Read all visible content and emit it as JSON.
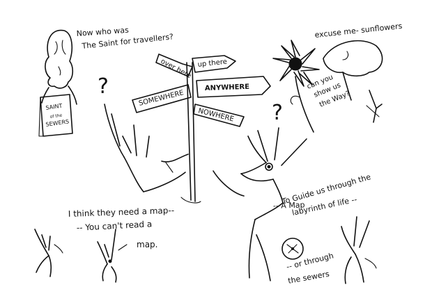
{
  "colors": {
    "ink": "#111111",
    "paper": "#ffffff"
  },
  "speech": {
    "saint_line1": "Now who was",
    "saint_line2": "The Saint for travellers?",
    "sunflower": "excuse me- sunflowers",
    "show_line1": "can you",
    "show_line2": "show us",
    "show_line3": "the Way?",
    "map_left_line1": "I think they need a map--",
    "map_left_line2": "-- You can't read a",
    "map_left_line3": "map.",
    "map_right_line1": "-- A Map",
    "map_right_line2": "To Guide us through the",
    "map_right_line3": "labyrinth of life --",
    "sewers_line1": "-- or through",
    "sewers_line2": "the sewers"
  },
  "signpost": {
    "over_here": "over here",
    "up_there": "up there",
    "somewhere": "SOMEWHERE",
    "anywhere": "ANYWHERE",
    "nowhere": "NOWHERE"
  },
  "book": {
    "line1": "SAINT",
    "line2": "of the",
    "line3": "SEWERS"
  },
  "question_marks": [
    "?",
    "?",
    "?"
  ]
}
